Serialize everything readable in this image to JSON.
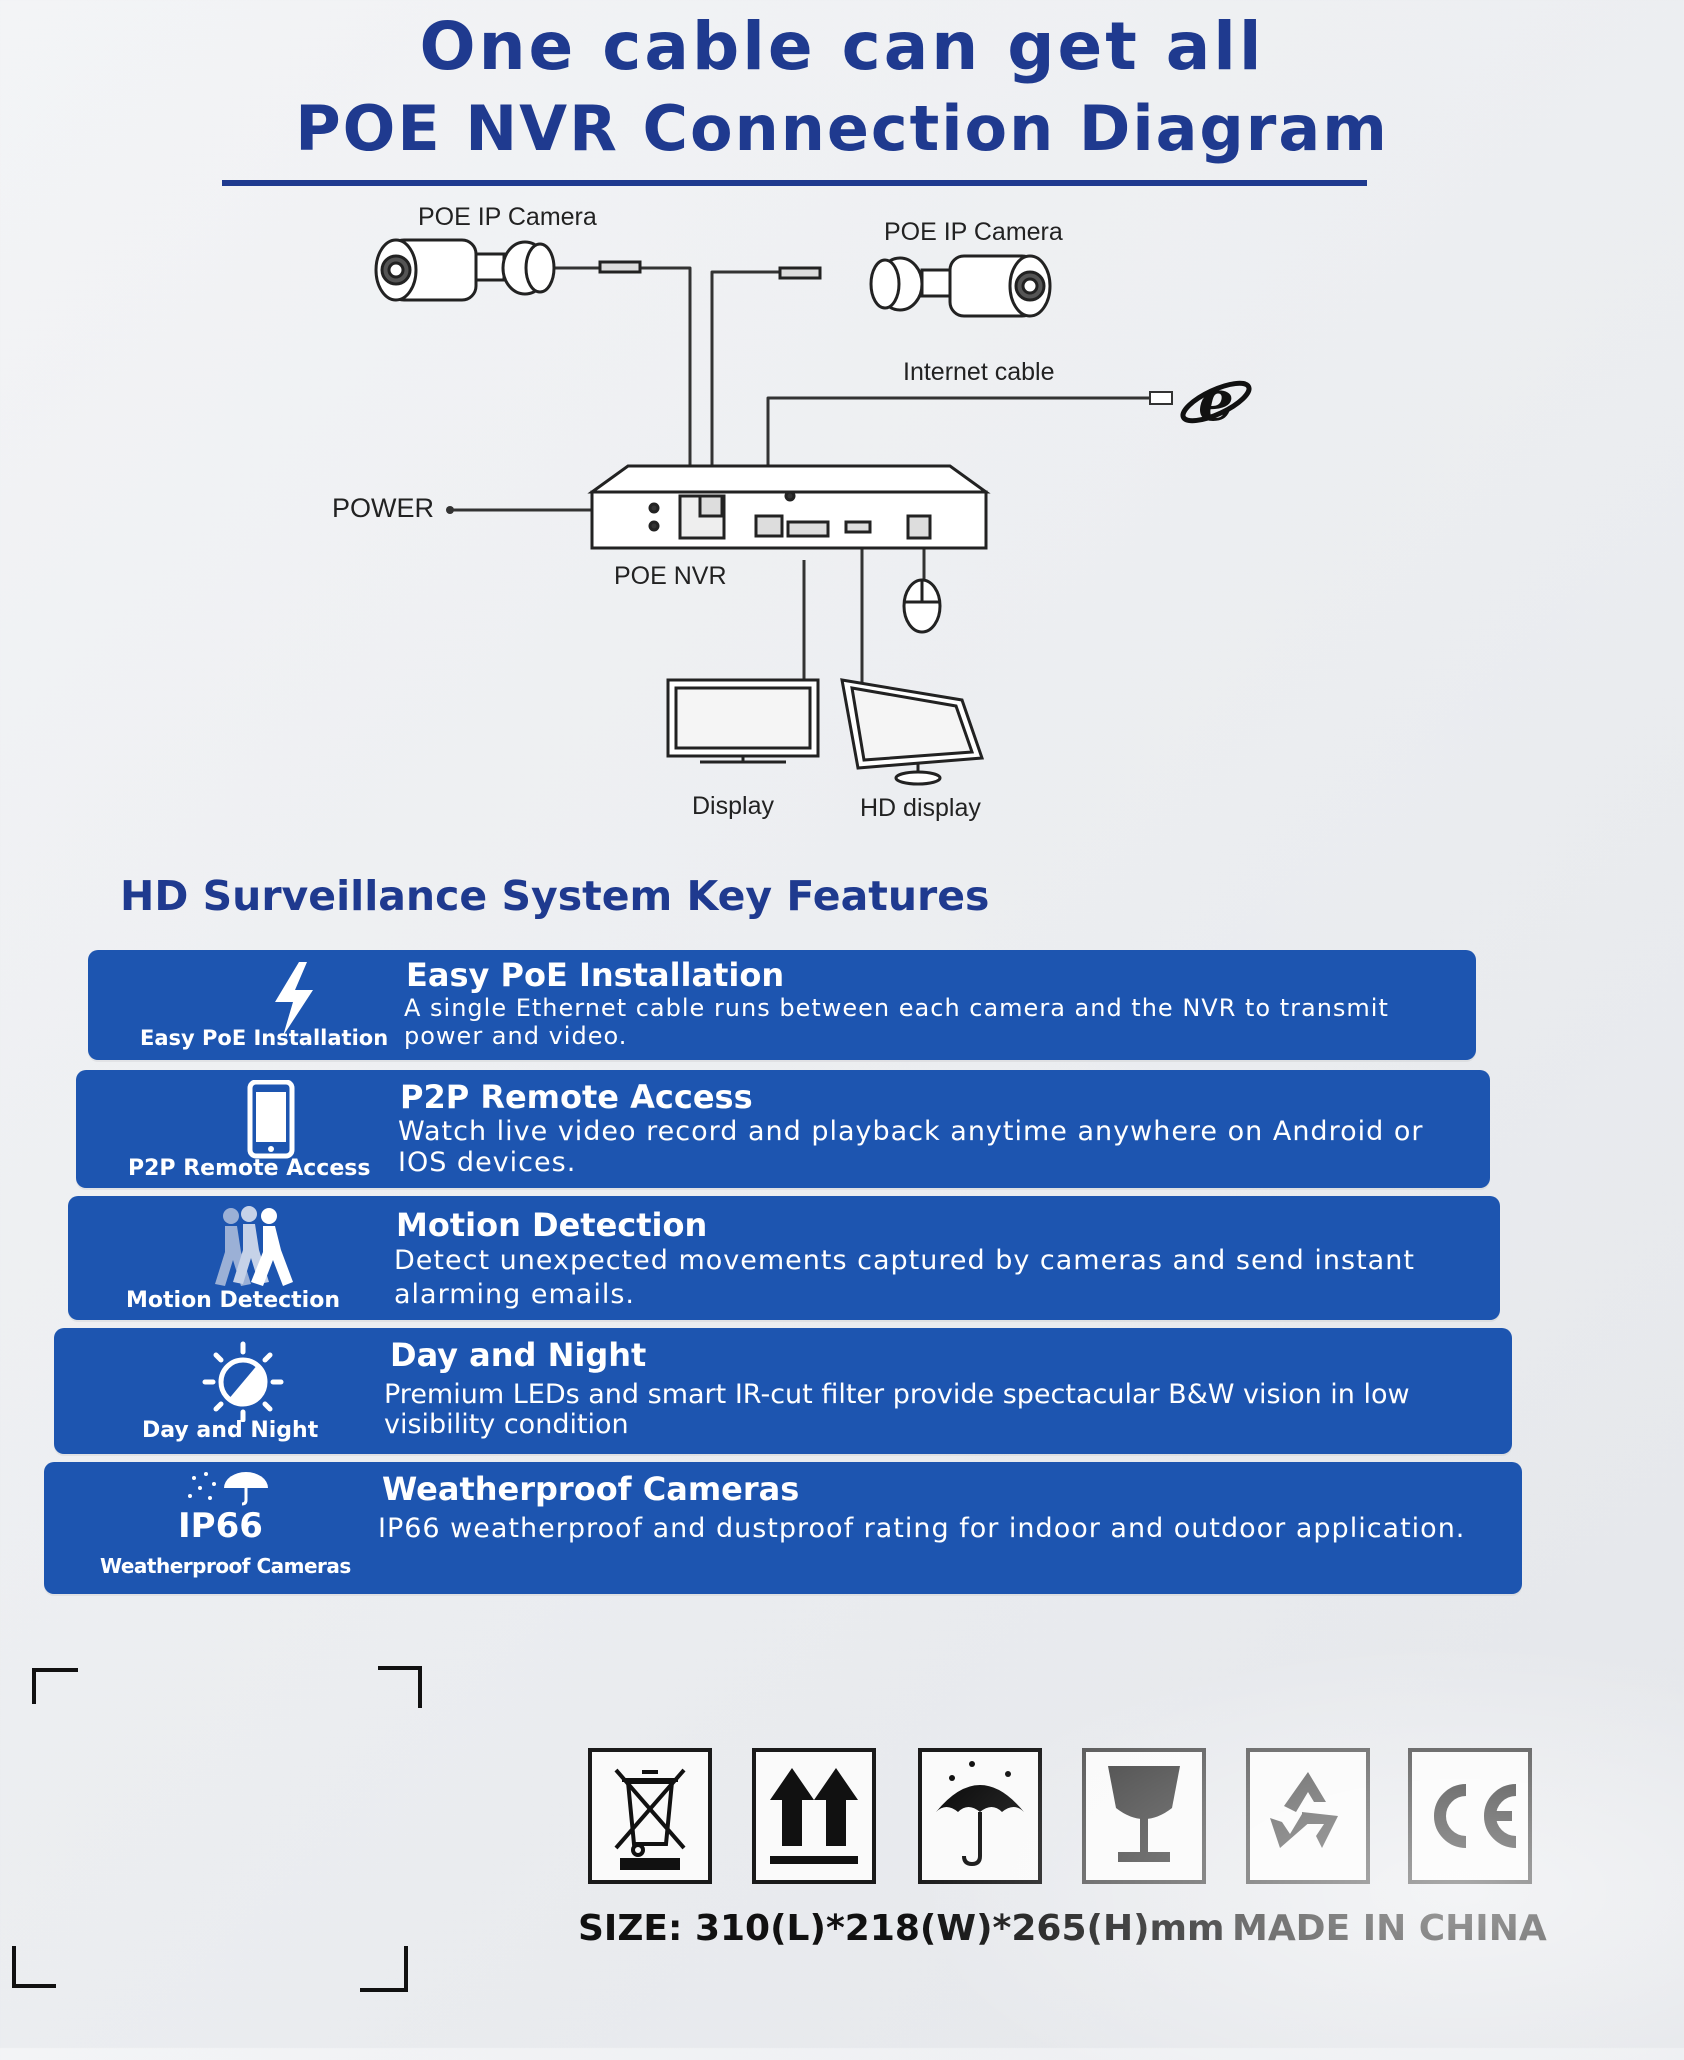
{
  "header": {
    "title_line1": "One cable can get all",
    "title_line2": "POE NVR Connection Diagram"
  },
  "diagram": {
    "camera_left_label": "POE IP Camera",
    "camera_right_label": "POE IP Camera",
    "internet_label": "Internet cable",
    "power_label": "POWER",
    "nvr_label": "POE NVR",
    "display_label": "Display",
    "hd_display_label": "HD display",
    "browser_icon_letter": "e"
  },
  "features": {
    "heading": "HD Surveillance  System Key Features",
    "items": [
      {
        "icon": "lightning-icon",
        "icon_label": "Easy PoE Installation",
        "title": "Easy PoE Installation",
        "description": "A single Ethernet cable runs between each camera and the NVR to transmit power and video."
      },
      {
        "icon": "smartphone-icon",
        "icon_label": "P2P Remote Access",
        "title": "P2P Remote Access",
        "description": "Watch live video record and playback anytime anywhere on Android or IOS devices."
      },
      {
        "icon": "walking-people-icon",
        "icon_label": "Motion Detection",
        "title": "Motion Detection",
        "description": "Detect unexpected movements captured by cameras and send instant alarming emails."
      },
      {
        "icon": "day-night-icon",
        "icon_label": "Day and Night",
        "title": "Day and Night",
        "description": "Premium LEDs and smart IR-cut filter provide spectacular B&W vision in low visibility condition"
      },
      {
        "icon": "umbrella-rain-icon",
        "icon_badge": "IP66",
        "icon_label": "Weatherproof Cameras",
        "title": "Weatherproof Cameras",
        "description": "IP66 weatherproof and dustproof rating for indoor and outdoor application."
      }
    ]
  },
  "packaging": {
    "symbols": [
      "weee-bin-icon",
      "this-way-up-icon",
      "keep-dry-icon",
      "fragile-icon",
      "recycle-icon",
      "ce-mark-icon"
    ],
    "size_text": "SIZE: 310(L)*218(W)*265(H)mm",
    "made_in_text": "MADE IN CHINA"
  },
  "colors": {
    "brand_blue": "#1f3a8f",
    "band_blue": "#1d55b0",
    "ink": "#222222"
  }
}
